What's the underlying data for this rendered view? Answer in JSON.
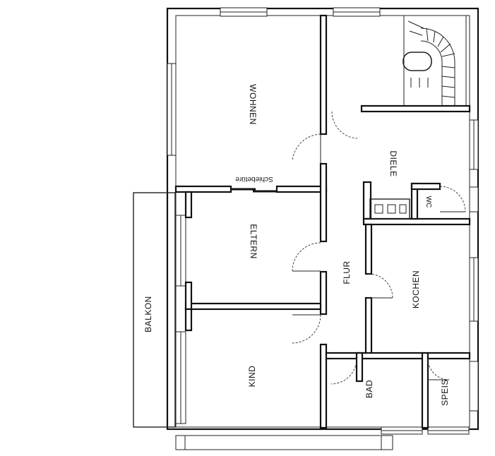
{
  "rooms": {
    "wohnen": "WOHNEN",
    "diele": "DIELE",
    "wc": "WC",
    "eltern": "ELTERN",
    "flur": "FLUR",
    "kochen": "KOCHEN",
    "balkon": "BALKON",
    "kind": "KIND",
    "bad": "BAD",
    "speis": "SPEIS"
  },
  "annotations": {
    "sliding_door": "Schiebetüre"
  }
}
